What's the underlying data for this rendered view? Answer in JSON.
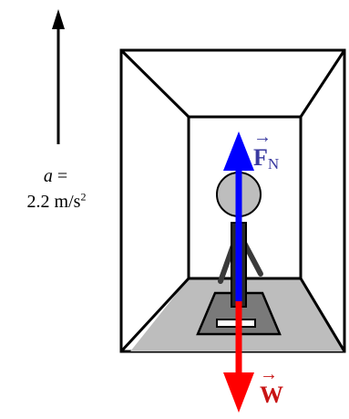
{
  "acceleration": {
    "symbol": "a",
    "equals": "=",
    "value": "2.2",
    "unit": "m/s",
    "exponent": "2"
  },
  "forces": {
    "normal": {
      "arrow": "→",
      "letter": "F",
      "subscript": "N",
      "color": "#0000ff"
    },
    "weight": {
      "arrow": "→",
      "letter": "W",
      "color": "#ff0000"
    }
  },
  "colors": {
    "floor": "#bdbdbd",
    "scale": "#7a7a7a",
    "person_head": "#bdbdbd",
    "person_limbs": "#3a3a3a",
    "normal_label": "#3a3aa0",
    "weight_label": "#c81414"
  }
}
